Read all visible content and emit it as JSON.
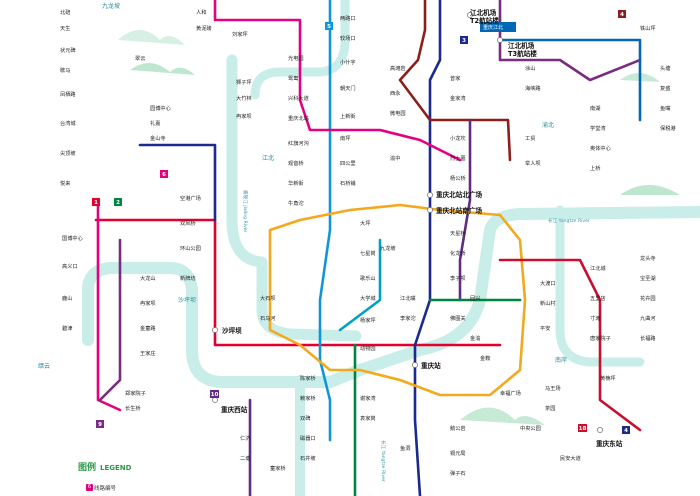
{
  "colors": {
    "line1": "#e4002b",
    "line2": "#00853f",
    "line3": "#1b2a8c",
    "line4": "#8b1f1b",
    "line5": "#1096d6",
    "line6": "#e4007f",
    "line9": "#7a2b82",
    "line10": "#612c85",
    "loop": "#f4a81d",
    "line18": "#c8102e",
    "airport": "#0068b7",
    "river": "#c9eee9",
    "area": "#2a8a9a"
  },
  "line_badges": [
    {
      "text": "3"
    },
    {
      "text": "6"
    },
    {
      "text": "1"
    },
    {
      "text": "2"
    },
    {
      "text": "5"
    },
    {
      "text": "9"
    },
    {
      "text": "4"
    },
    {
      "text": "10"
    },
    {
      "text": "18"
    },
    {
      "text": "4"
    }
  ],
  "areas": {
    "jiangbei": "江北",
    "shapingba": "沙坪坝",
    "nanan": "南岸",
    "jinyun": "缙云",
    "yubei": "渝北",
    "jiulong": "九龙坡"
  },
  "rivers": {
    "jialing": "嘉陵江 Jialing River",
    "yangtze": "长江 Yangtze River",
    "yangtze2": "长江 Yangtze River"
  },
  "airport": {
    "name": "重庆江北",
    "t2": "江北机场\nT2航站楼",
    "t2_l1": "江北机场",
    "t2_l2": "T2航站楼",
    "t3_l1": "江北机场",
    "t3_l2": "T3航站楼"
  },
  "major_stations": {
    "shapingba": "沙坪坝",
    "chongqing_north_n": "重庆北站北广场",
    "chongqing_north_s": "重庆北站南广场",
    "chongqing_west": "重庆西站",
    "chongqing_station": "重庆站",
    "chongqing_east": "重庆东站"
  },
  "stations": [
    "北碚",
    "天生",
    "状元碑",
    "歇马",
    "凤栖路",
    "台湾城",
    "尖顶坡",
    "悦来",
    "国博中心",
    "高义口",
    "鹿山",
    "碧津",
    "翠云",
    "园博中心",
    "礼嘉",
    "金山寺",
    "人和",
    "黄泥磅",
    "刘家坪",
    "狮子坪",
    "大竹林",
    "冉家坝",
    "光电园",
    "鸳鸯",
    "兴科大道",
    "重庆北站",
    "红旗河沟",
    "观音桥",
    "华新街",
    "牛角沱",
    "两路口",
    "较场口",
    "小什字",
    "朝天门",
    "上新街",
    "南坪",
    "四公里",
    "石桥铺",
    "大坪",
    "七星岗",
    "歌乐山",
    "大学城",
    "杨家坪",
    "动物园",
    "谢家湾",
    "袁家岗",
    "陈家桥",
    "赖家桥",
    "双碑",
    "磁器口",
    "石井坡",
    "童家桥",
    "高滩岩",
    "西永",
    "微电园",
    "曾家",
    "金家湾",
    "小龙坎",
    "烈士墓",
    "杨公桥",
    "天星桥",
    "化龙桥",
    "李子坝",
    "佛图关",
    "鹅公岩",
    "铜元局",
    "弹子石",
    "涂山",
    "海峡路",
    "工贸",
    "举人坝",
    "大渡口",
    "新山村",
    "平安",
    "马王场",
    "茶园",
    "南湖",
    "学堂湾",
    "奥体中心",
    "上桥",
    "江北城",
    "五里店",
    "寸滩",
    "唐家院子",
    "黄桷坪",
    "铁山坪",
    "头塘",
    "复盛",
    "鱼嘴",
    "保税港",
    "龙头寺",
    "宝圣湖",
    "花卉园",
    "九曲河",
    "长福路",
    "空港广场",
    "双凤桥",
    "环山公园",
    "新牌坊",
    "大龙山",
    "冉家坝",
    "金童路",
    "王家庄",
    "郑家院子",
    "长生桥",
    "仁济",
    "二塘",
    "大石坝",
    "石马河",
    "九龙坡",
    "渝中",
    "江北嘴",
    "李家沱",
    "鱼洞",
    "回兴",
    "金渝",
    "金鞍",
    "幸福广场",
    "中央公园",
    "民安大道"
  ],
  "legend": {
    "title_cn": "图例",
    "title_en": "LEGEND",
    "item_badge": "6",
    "item_label": "线路编号"
  }
}
